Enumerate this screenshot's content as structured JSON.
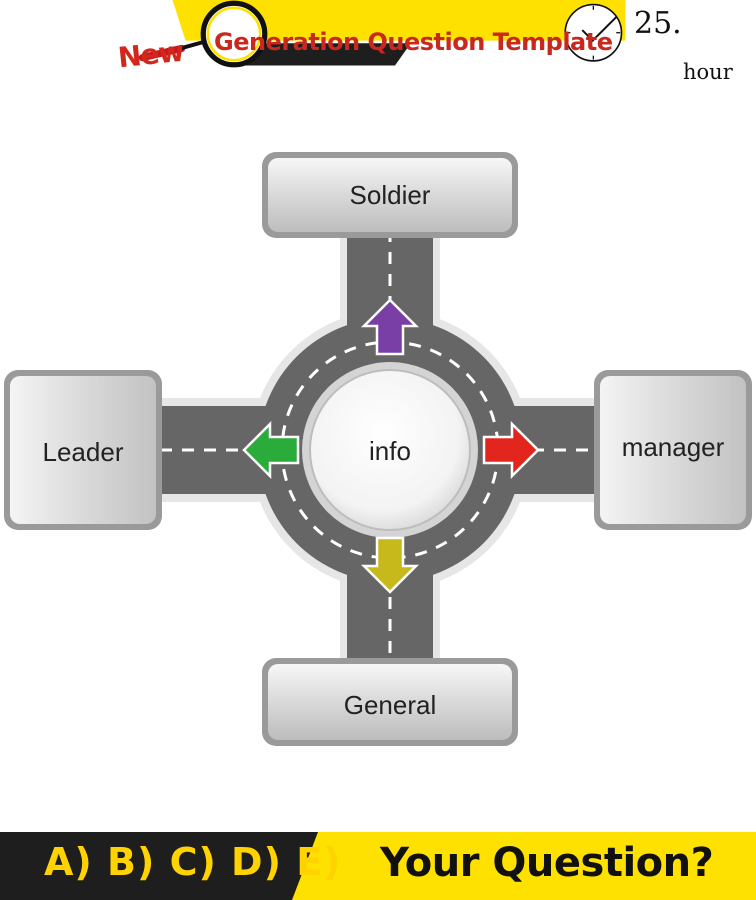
{
  "header": {
    "badge": "New",
    "title": "Generation Question Template",
    "subtitle": "NEW DESIGN",
    "clock_number": "25.",
    "clock_unit": "hour"
  },
  "diagram": {
    "center": "info",
    "nodes": {
      "top": "Soldier",
      "left": "Leader",
      "right": "manager",
      "bottom": "General"
    },
    "arrows": {
      "top": "#7a3fa6",
      "left": "#2bab3a",
      "right": "#e2261d",
      "bottom": "#c7b81c"
    }
  },
  "footer": {
    "answers": "A) B) C) D) E)",
    "question": "Your Question?"
  },
  "colors": {
    "accent_yellow": "#ffe100",
    "accent_red": "#d4271c",
    "road": "#6b6b6b",
    "dark_band": "#1e1e1e"
  }
}
